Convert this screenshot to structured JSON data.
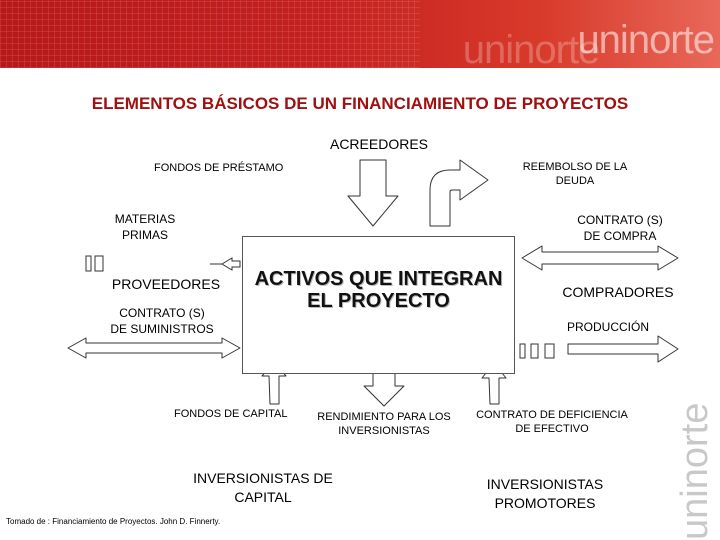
{
  "header": {
    "logo": "uninorte",
    "side_logo": "uninorte"
  },
  "title": "ELEMENTOS BÁSICOS DE UN FINANCIAMIENTO DE PROYECTOS",
  "nodes": {
    "acreedores": "ACREEDORES",
    "fondos_prestamo": "FONDOS DE PRÉSTAMO",
    "reembolso_line1": "REEMBOLSO  DE LA",
    "reembolso_line2": "DEUDA",
    "materias_line1": "MATERIAS",
    "materias_line2": "PRIMAS",
    "contrato_compra_line1": "CONTRATO (S)",
    "contrato_compra_line2": "DE COMPRA",
    "proveedores": "PROVEEDORES",
    "contrato_sum_line1": "CONTRATO (S)",
    "contrato_sum_line2": "DE SUMINISTROS",
    "center_line1": "ACTIVOS QUE INTEGRAN",
    "center_line2": "EL PROYECTO",
    "compradores": "COMPRADORES",
    "produccion": "PRODUCCIÓN",
    "fondos_capital": "FONDOS DE CAPITAL",
    "rendimiento_line1": "RENDIMIENTO PARA LOS",
    "rendimiento_line2": "INVERSIONISTAS",
    "contrato_def_line1": "CONTRATO DE DEFICIENCIA",
    "contrato_def_line2": "DE EFECTIVO",
    "inv_capital_line1": "INVERSIONISTAS DE",
    "inv_capital_line2": "CAPITAL",
    "inv_promotores_line1": "INVERSIONISTAS",
    "inv_promotores_line2": "PROMOTORES"
  },
  "credit": "Tomado de : Financiamiento de Proyectos. John D. Finnerty.",
  "colors": {
    "banner": "#c42020",
    "title": "#a01010",
    "accent_red": "#c0181a",
    "arrow_fill": "#ffffff",
    "arrow_stroke": "#333333"
  }
}
